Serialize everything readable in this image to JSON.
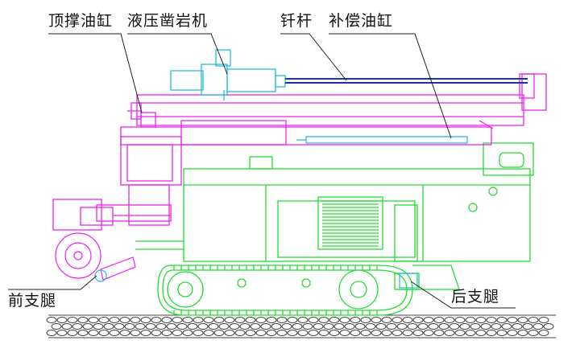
{
  "labels": {
    "top_support_cylinder": "顶撑油缸",
    "hydraulic_rock_drill": "液压凿岩机",
    "drill_rod": "钎杆",
    "compensation_cylinder": "补偿油缸",
    "front_support_leg": "前支腿",
    "rear_support_leg": "后支腿"
  },
  "colors": {
    "crawler": "#22dd33",
    "boom": "#ee22ee",
    "drill": "#22bbdd",
    "rod": "#2233aa",
    "leader": "#222222",
    "ground": "#444444"
  }
}
